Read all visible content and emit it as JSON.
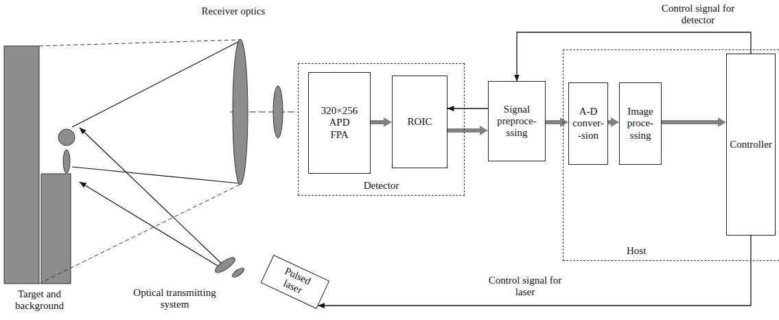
{
  "diagram": {
    "nodes": [
      {
        "text": [
          "Detector"
        ]
      },
      {
        "text": [
          "320×256 APD FPA"
        ],
        "in": 0
      },
      {
        "text": [
          "ROIC"
        ],
        "in": 0
      },
      {
        "text": [
          "Signal preproce- ssing"
        ]
      },
      {
        "text": [
          "Host"
        ]
      },
      {
        "text": [
          "A-D conver- -sion"
        ],
        "in": 4
      },
      {
        "text": [
          "Image proce- ssing"
        ],
        "in": 4
      },
      {
        "text": [
          "Controller"
        ],
        "in": 4
      },
      {
        "text": [
          "Pulsed laser"
        ]
      }
    ],
    "edges": [
      {
        "from": 1,
        "to": 2,
        "arrow": "to"
      },
      {
        "from": 2,
        "to": 3,
        "arrow": "to"
      },
      {
        "from": 3,
        "to": 2,
        "arrow": "to"
      },
      {
        "from": 3,
        "to": 5,
        "arrow": "to"
      },
      {
        "from": 5,
        "to": 6,
        "arrow": "to"
      },
      {
        "from": 6,
        "to": 7,
        "arrow": "to"
      },
      {
        "from": 7,
        "to": 3,
        "label": "Control signal for detector",
        "arrow": "to"
      },
      {
        "from": 7,
        "to": 8,
        "label": "Control signal for laser",
        "arrow": "to"
      }
    ],
    "labels": [
      "Receiver optics",
      "Target and background",
      "Optical transmitting system"
    ]
  }
}
